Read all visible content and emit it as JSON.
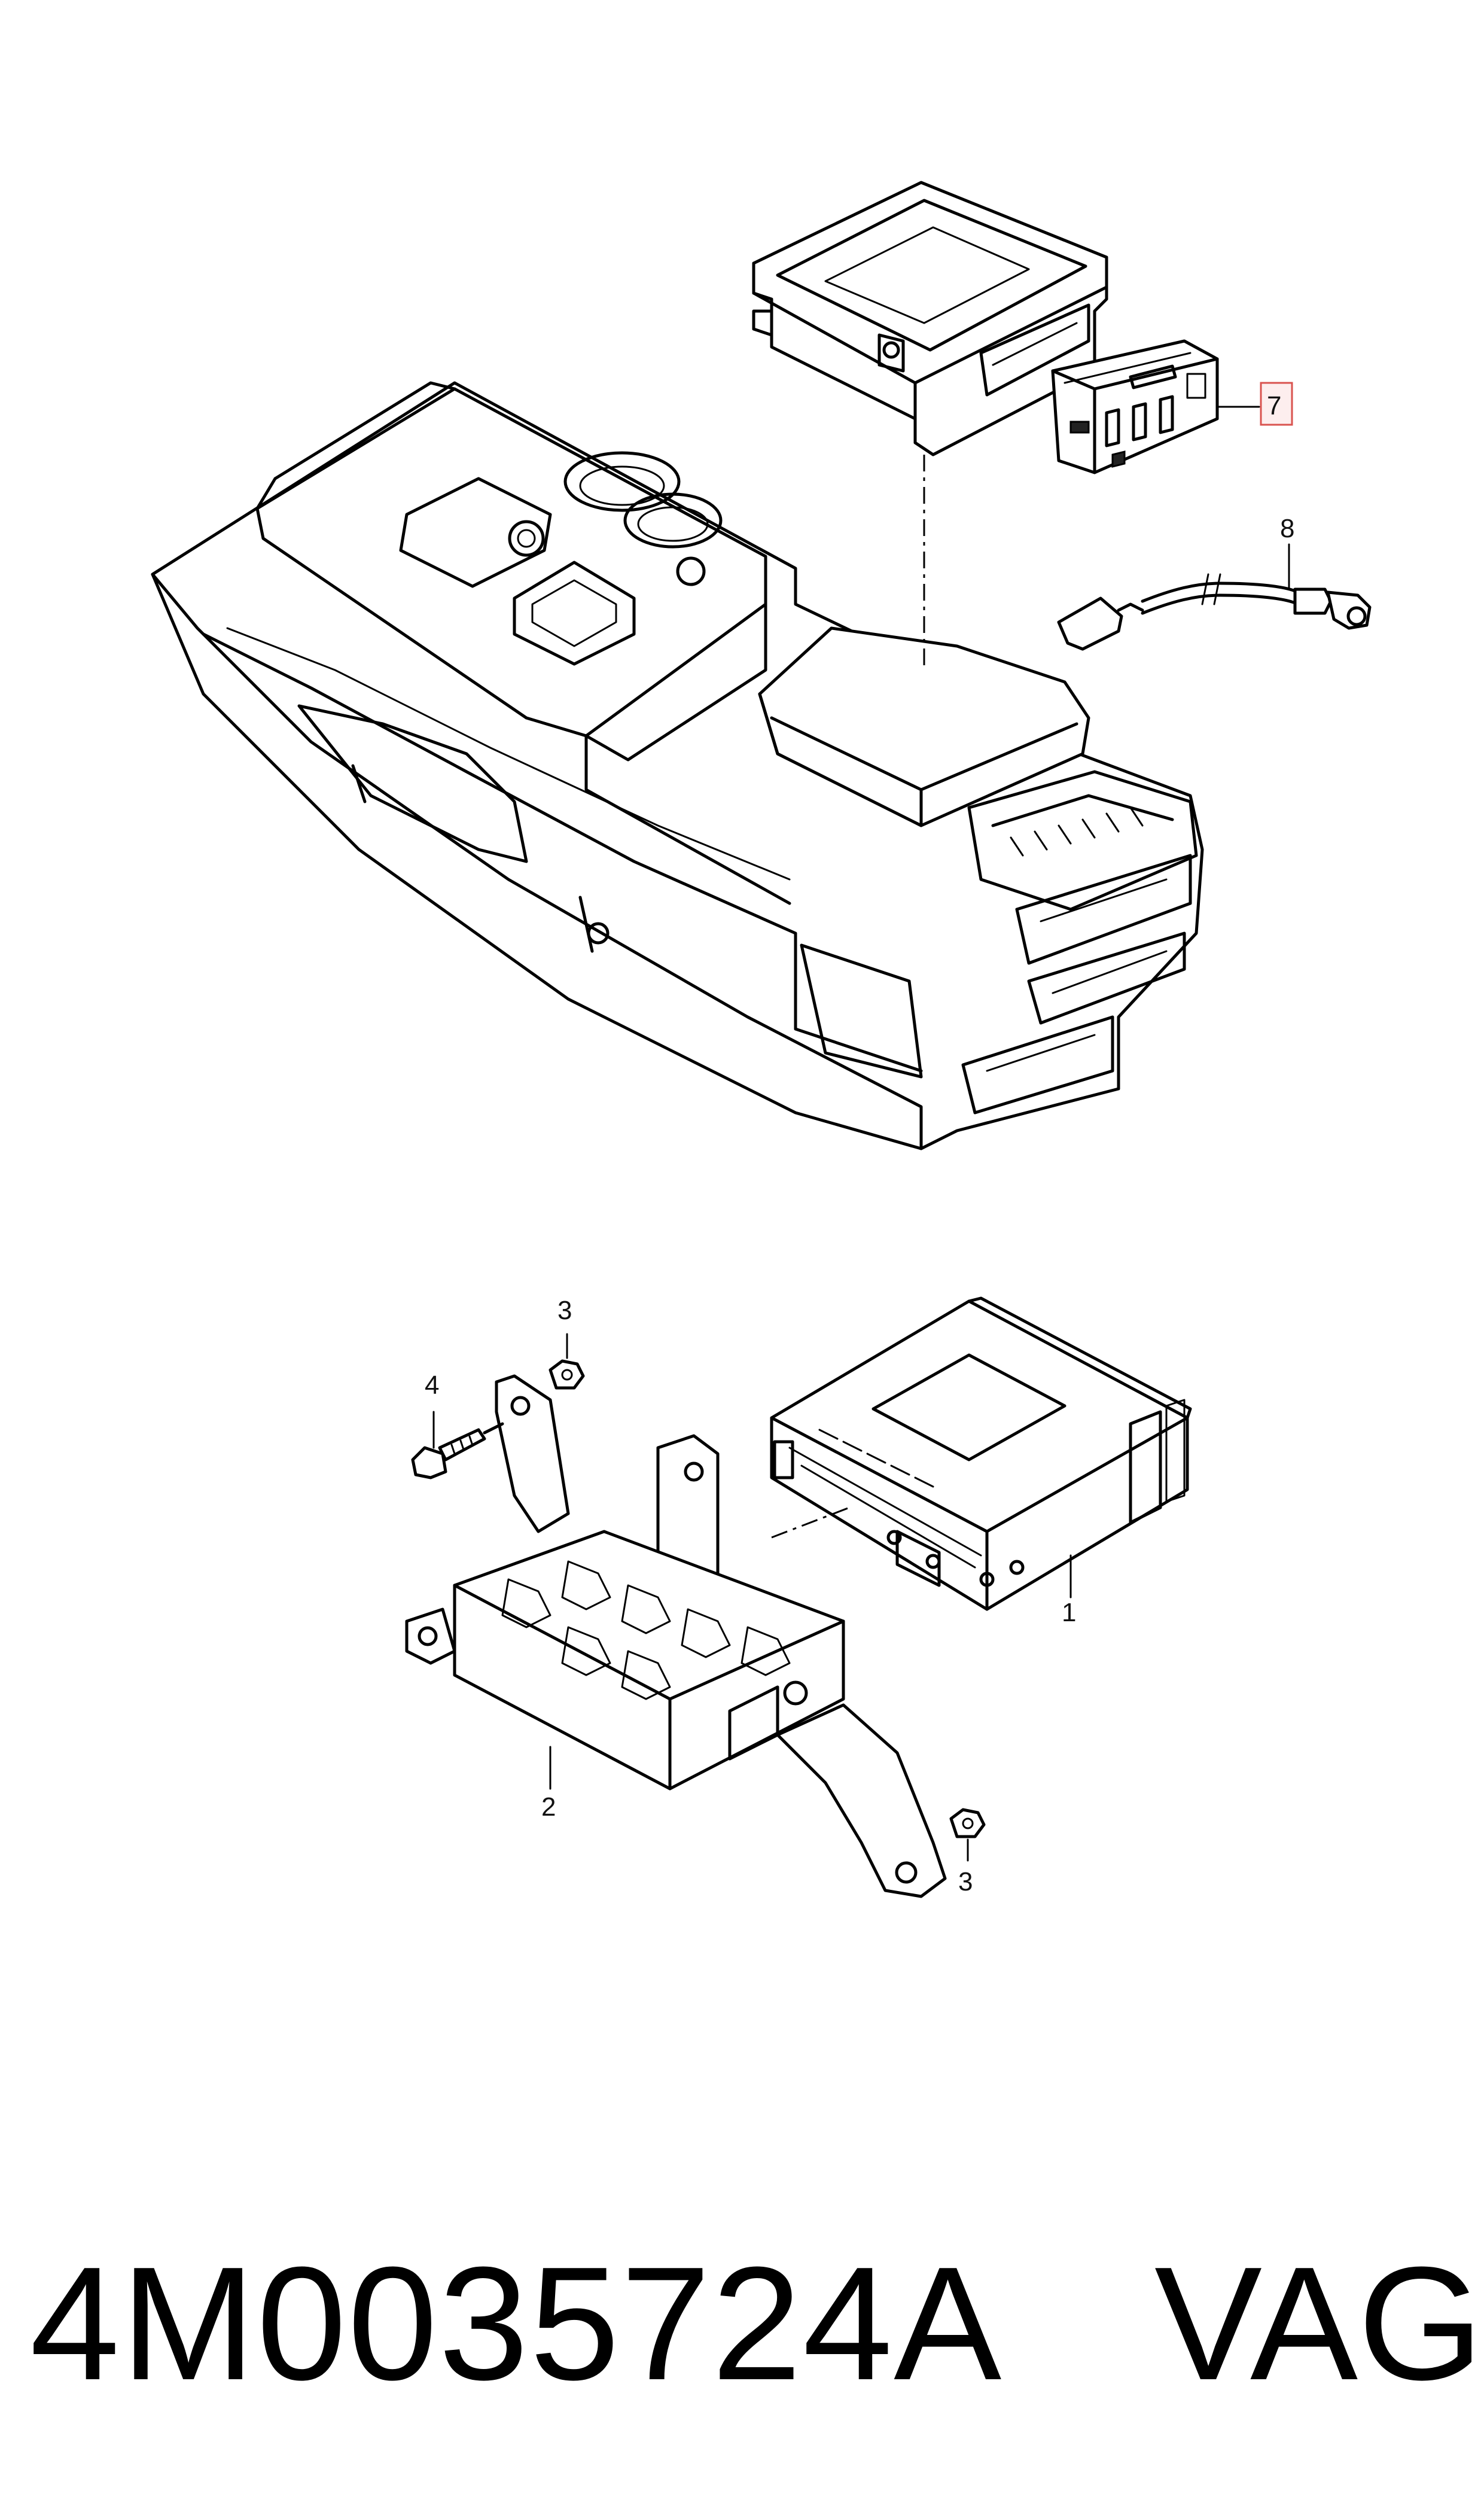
{
  "callouts": {
    "c1": "1",
    "c2": "2",
    "c3a": "3",
    "c3b": "3",
    "c4": "4",
    "c7": "7",
    "c8": "8"
  },
  "footer": {
    "part_number": "4M0035724A",
    "brand": "VAG"
  },
  "colors": {
    "highlight_border": "#d9534f",
    "highlight_fill": "#fdeeee"
  }
}
